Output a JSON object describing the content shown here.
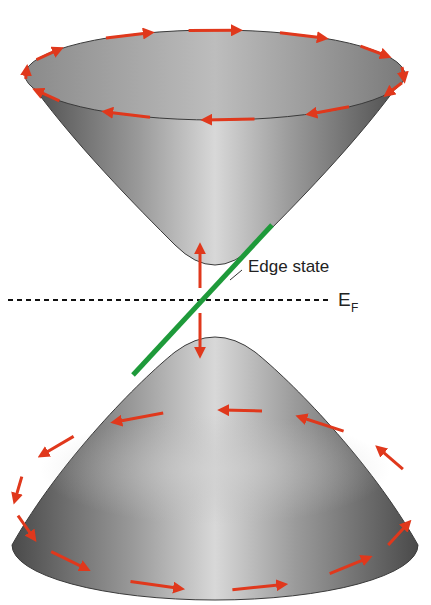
{
  "diagram": {
    "labels": [
      "Edge state",
      "E",
      "F"
    ]
  }
}
